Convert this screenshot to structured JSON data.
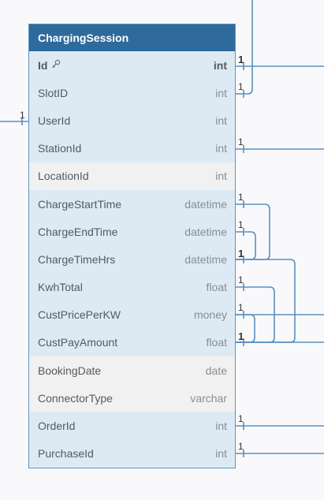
{
  "table": {
    "name": "ChargingSession",
    "columns": [
      {
        "name": "Id",
        "type": "int",
        "pk": true,
        "style": "related"
      },
      {
        "name": "SlotID",
        "type": "int",
        "style": "related"
      },
      {
        "name": "UserId",
        "type": "int",
        "style": "related"
      },
      {
        "name": "StationId",
        "type": "int",
        "style": "related"
      },
      {
        "name": "LocationId",
        "type": "int",
        "style": "plain"
      },
      {
        "name": "ChargeStartTime",
        "type": "datetime",
        "style": "related"
      },
      {
        "name": "ChargeEndTime",
        "type": "datetime",
        "style": "related"
      },
      {
        "name": "ChargeTimeHrs",
        "type": "datetime",
        "style": "related"
      },
      {
        "name": "KwhTotal",
        "type": "float",
        "style": "related"
      },
      {
        "name": "CustPricePerKW",
        "type": "money",
        "style": "related"
      },
      {
        "name": "CustPayAmount",
        "type": "float",
        "style": "related"
      },
      {
        "name": "BookingDate",
        "type": "date",
        "style": "plain"
      },
      {
        "name": "ConnectorType",
        "type": "varchar",
        "style": "plain"
      },
      {
        "name": "OrderId",
        "type": "int",
        "style": "related"
      },
      {
        "name": "PurchaseId",
        "type": "int",
        "style": "related"
      }
    ]
  },
  "cardinality_label": "1",
  "icons": {
    "primary_key": "key-icon"
  },
  "colors": {
    "header": "#2f6a9c",
    "related_row": "#ddeaf4",
    "plain_row": "#f1f1f1",
    "connector": "#5a8fc0"
  }
}
